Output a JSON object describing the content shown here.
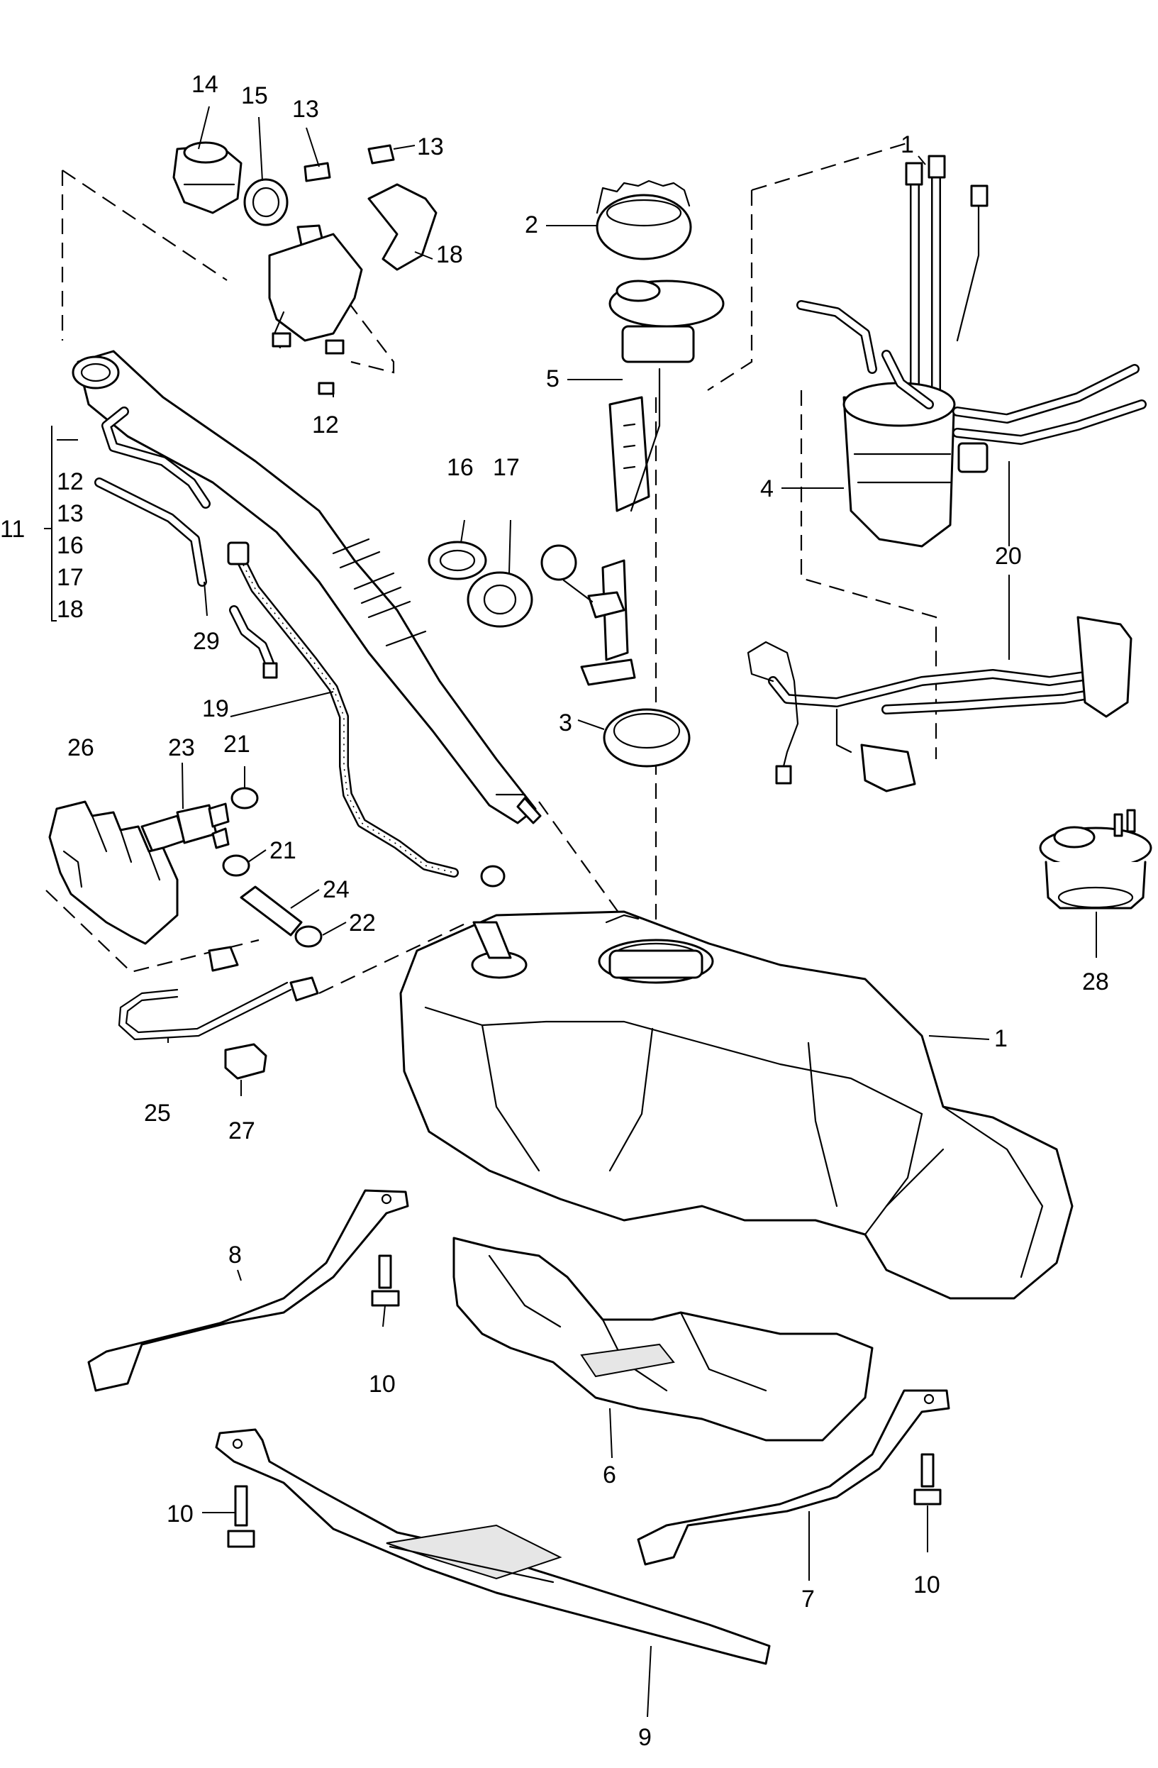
{
  "callouts": {
    "c1a": "1",
    "c1b": "1",
    "c2": "2",
    "c3": "3",
    "c4": "4",
    "c5": "5",
    "c6": "6",
    "c7": "7",
    "c8": "8",
    "c9": "9",
    "c10a": "10",
    "c10b": "10",
    "c10c": "10",
    "c11": "11",
    "c12a": "12",
    "c13a": "13",
    "c13b": "13",
    "c14": "14",
    "c15": "15",
    "c16": "16",
    "c17": "17",
    "c18": "18",
    "c19": "19",
    "c20": "20",
    "c21a": "21",
    "c21b": "21",
    "c22": "22",
    "c23": "23",
    "c24": "24",
    "c25": "25",
    "c26": "26",
    "c27": "27",
    "c28": "28",
    "c29": "29"
  },
  "group_11": [
    "12",
    "13",
    "16",
    "17",
    "18"
  ]
}
